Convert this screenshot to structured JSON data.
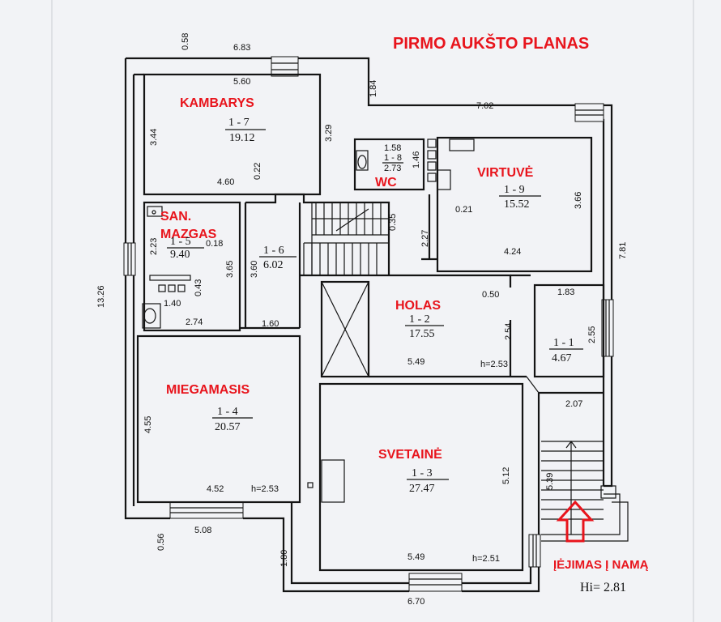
{
  "title": "PIRMO AUKŠTO PLANAS",
  "entrance_label": "ĮĖJIMAS Į NAMĄ",
  "hi_label": "Hi= 2.81",
  "colors": {
    "accent": "#e8141c",
    "line": "#141414",
    "paper": "#f2f3f6"
  },
  "rooms": {
    "kambarys": {
      "name": "KAMBARYS",
      "id": "1 - 7",
      "area": "19.12"
    },
    "san_mazgas": {
      "name1": "SAN.",
      "name2": "MAZGAS",
      "id": "1 - 5",
      "area": "9.40"
    },
    "wc": {
      "name": "WC",
      "id": "1 - 8",
      "area": "2.73"
    },
    "virtuve": {
      "name": "VIRTUVĖ",
      "id": "1 - 9",
      "area": "15.52"
    },
    "koridorius": {
      "id": "1 - 6",
      "area": "6.02"
    },
    "holas": {
      "name": "HOLAS",
      "id": "1 - 2",
      "area": "17.55",
      "h": "h=2.53"
    },
    "prieangis": {
      "id": "1 - 1",
      "area": "4.67"
    },
    "miegamasis": {
      "name": "MIEGAMASIS",
      "id": "1 - 4",
      "area": "20.57",
      "h": "h=2.53"
    },
    "svetaine": {
      "name": "SVETAINĖ",
      "id": "1 - 3",
      "area": "27.47",
      "h": "h=2.51"
    }
  },
  "dims": {
    "d058": "0.58",
    "d683": "6.83",
    "d560": "5.60",
    "d184": "1.84",
    "d702": "7.02",
    "d344": "3.44",
    "d329": "3.29",
    "d460": "4.60",
    "d022": "0.22",
    "d158": "1.58",
    "d146": "1.46",
    "d366": "3.66",
    "d021": "0.21",
    "d424": "4.24",
    "d781": "7.81",
    "d223": "2.23",
    "d018": "0.18",
    "d365": "3.65",
    "d360": "3.60",
    "d035": "0.35",
    "d227": "2.27",
    "d1326": "13.26",
    "d043": "0.43",
    "d140": "1.40",
    "d274": "2.74",
    "d160": "1.60",
    "d050": "0.50",
    "d183": "1.83",
    "d254": "2.54",
    "d255": "2.55",
    "d549a": "5.49",
    "d207": "2.07",
    "d455": "4.55",
    "d512": "5.12",
    "d539": "5.39",
    "d452": "4.52",
    "d056": "0.56",
    "d508": "5.08",
    "d180": "1.80",
    "d549b": "5.49",
    "d670": "6.70"
  }
}
